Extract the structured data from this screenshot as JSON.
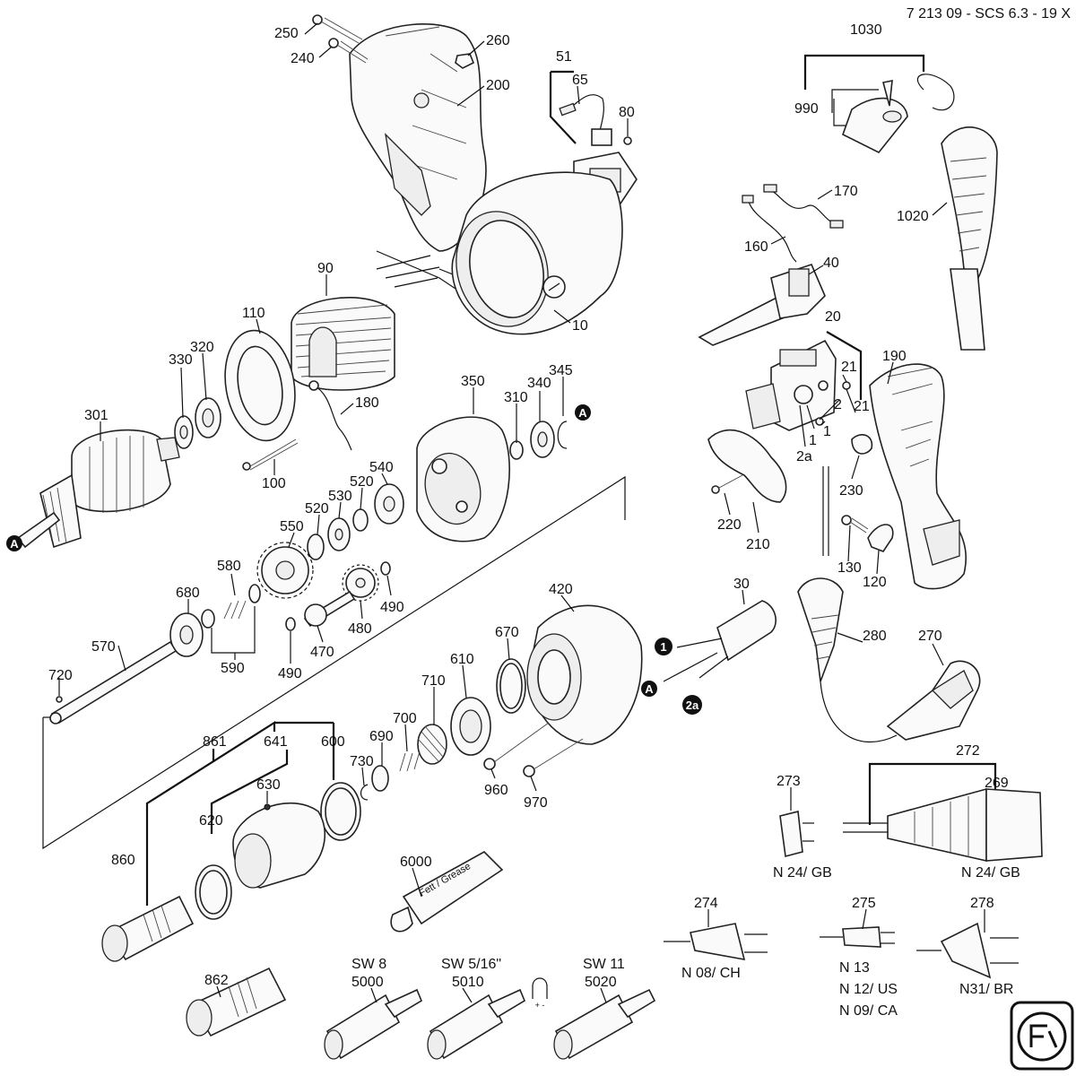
{
  "header": {
    "drawing_id": "7 213 09 - SCS 6.3 - 19 X"
  },
  "brand": {
    "logo": "fein-logo"
  },
  "callouts": [
    {
      "id": "c250",
      "text": "250"
    },
    {
      "id": "c240",
      "text": "240"
    },
    {
      "id": "c260",
      "text": "260"
    },
    {
      "id": "c200",
      "text": "200"
    },
    {
      "id": "c51",
      "text": "51"
    },
    {
      "id": "c65",
      "text": "65"
    },
    {
      "id": "c80",
      "text": "80"
    },
    {
      "id": "c1030",
      "text": "1030"
    },
    {
      "id": "c990",
      "text": "990"
    },
    {
      "id": "c170",
      "text": "170"
    },
    {
      "id": "c1020",
      "text": "1020"
    },
    {
      "id": "c160",
      "text": "160"
    },
    {
      "id": "c40",
      "text": "40"
    },
    {
      "id": "c90",
      "text": "90"
    },
    {
      "id": "c10",
      "text": "10"
    },
    {
      "id": "c110",
      "text": "110"
    },
    {
      "id": "c320",
      "text": "320"
    },
    {
      "id": "c330",
      "text": "330"
    },
    {
      "id": "c301",
      "text": "301"
    },
    {
      "id": "c180",
      "text": "180"
    },
    {
      "id": "c100",
      "text": "100"
    },
    {
      "id": "c350",
      "text": "350"
    },
    {
      "id": "c310",
      "text": "310"
    },
    {
      "id": "c340",
      "text": "340"
    },
    {
      "id": "c345",
      "text": "345"
    },
    {
      "id": "c20",
      "text": "20"
    },
    {
      "id": "c21a",
      "text": "21"
    },
    {
      "id": "c21b",
      "text": "21"
    },
    {
      "id": "c190",
      "text": "190"
    },
    {
      "id": "c2",
      "text": "2"
    },
    {
      "id": "c1a",
      "text": "1"
    },
    {
      "id": "c1b",
      "text": "1"
    },
    {
      "id": "c2a",
      "text": "2a"
    },
    {
      "id": "c540",
      "text": "540"
    },
    {
      "id": "c520a",
      "text": "520"
    },
    {
      "id": "c530",
      "text": "530"
    },
    {
      "id": "c520b",
      "text": "520"
    },
    {
      "id": "c550",
      "text": "550"
    },
    {
      "id": "c230",
      "text": "230"
    },
    {
      "id": "c220",
      "text": "220"
    },
    {
      "id": "c210",
      "text": "210"
    },
    {
      "id": "c580",
      "text": "580"
    },
    {
      "id": "c680",
      "text": "680"
    },
    {
      "id": "c490a",
      "text": "490"
    },
    {
      "id": "c480",
      "text": "480"
    },
    {
      "id": "c470",
      "text": "470"
    },
    {
      "id": "c490b",
      "text": "490"
    },
    {
      "id": "c590",
      "text": "590"
    },
    {
      "id": "c570",
      "text": "570"
    },
    {
      "id": "c720",
      "text": "720"
    },
    {
      "id": "c420",
      "text": "420"
    },
    {
      "id": "c30",
      "text": "30"
    },
    {
      "id": "c130",
      "text": "130"
    },
    {
      "id": "c120",
      "text": "120"
    },
    {
      "id": "c670",
      "text": "670"
    },
    {
      "id": "c610",
      "text": "610"
    },
    {
      "id": "c710",
      "text": "710"
    },
    {
      "id": "c700",
      "text": "700"
    },
    {
      "id": "c690",
      "text": "690"
    },
    {
      "id": "c730",
      "text": "730"
    },
    {
      "id": "c280",
      "text": "280"
    },
    {
      "id": "c270",
      "text": "270"
    },
    {
      "id": "c861",
      "text": "861"
    },
    {
      "id": "c641",
      "text": "641"
    },
    {
      "id": "c600",
      "text": "600"
    },
    {
      "id": "c630",
      "text": "630"
    },
    {
      "id": "c620",
      "text": "620"
    },
    {
      "id": "c860",
      "text": "860"
    },
    {
      "id": "c960",
      "text": "960"
    },
    {
      "id": "c970",
      "text": "970"
    },
    {
      "id": "c272",
      "text": "272"
    },
    {
      "id": "c273",
      "text": "273"
    },
    {
      "id": "c269",
      "text": "269"
    },
    {
      "id": "c6000",
      "text": "6000"
    },
    {
      "id": "c274",
      "text": "274"
    },
    {
      "id": "c275",
      "text": "275"
    },
    {
      "id": "c278",
      "text": "278"
    },
    {
      "id": "c862",
      "text": "862"
    },
    {
      "id": "c5000",
      "text": "5000"
    },
    {
      "id": "c5010",
      "text": "5010"
    },
    {
      "id": "c5020",
      "text": "5020"
    }
  ],
  "variants": [
    {
      "id": "v273",
      "text": "N 24/ GB"
    },
    {
      "id": "v269",
      "text": "N 24/ GB"
    },
    {
      "id": "v274",
      "text": "N 08/ CH"
    },
    {
      "id": "v275a",
      "text": "N 13"
    },
    {
      "id": "v275b",
      "text": "N 12/ US"
    },
    {
      "id": "v275c",
      "text": "N 09/ CA"
    },
    {
      "id": "v278",
      "text": "N31/ BR"
    },
    {
      "id": "sw8",
      "text": "SW 8"
    },
    {
      "id": "sw516",
      "text": "SW 5/16\""
    },
    {
      "id": "sw11",
      "text": "SW 11"
    }
  ],
  "markers": [
    {
      "id": "mA1",
      "text": "A"
    },
    {
      "id": "mA2",
      "text": "A"
    },
    {
      "id": "mA3",
      "text": "A"
    },
    {
      "id": "m1",
      "text": "1"
    },
    {
      "id": "m2a",
      "text": "2a"
    }
  ],
  "grease_label": "Fett / Grease",
  "magnet_sign": "+ -"
}
